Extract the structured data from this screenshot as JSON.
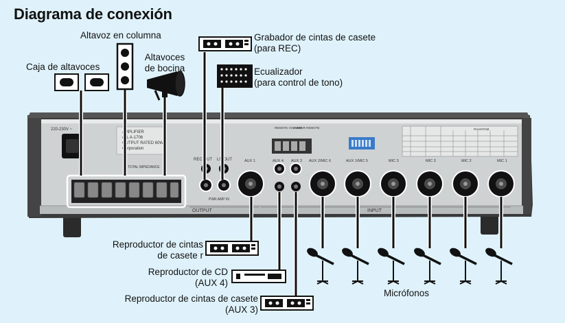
{
  "title": "Diagrama de conexión",
  "labels": {
    "caja": "Caja de altavoces",
    "columna": "Altavoz en columna",
    "bocina_1": "Altavoces",
    "bocina_2": "de bocina",
    "grabador_1": "Grabador de cintas de casete",
    "grabador_2": "(para REC)",
    "ecualizador_1": "Ecualizador",
    "ecualizador_2": "(para control de tono)",
    "repro_r_1": "Reproductor de cintas",
    "repro_r_2": "de casete r",
    "cd_1": "Reproductor de CD",
    "cd_2": "(AUX 4)",
    "aux3_1": "Reproductor de cintas de casete",
    "aux3_2": "(AUX 3)",
    "microfonos": "Micrófonos"
  },
  "panel": {
    "voltage": "220-230V ~",
    "model_1": "AMPLIFIER",
    "model_2": "ceL A-1706",
    "model_3": "OUTPUT RATED 60W",
    "model_4": "Corporation",
    "rec_out": "REC OUT",
    "ln_out": "LN OUT",
    "pwr_amp_in": "PWR AMP IN",
    "output": "OUTPUT",
    "input": "INPUT",
    "total_impedance": "TOTAL IMPEDANCE",
    "aux1": "AUX 1",
    "aux4": "AUX 4",
    "aux3": "AUX 3",
    "aux2mic6": "AUX 2/MIC 6",
    "aux1mic5": "AUX 1/MIC 5",
    "mic3": "MIC 3",
    "mic2": "MIC 2",
    "mic1": "MIC 1",
    "remote_volume": "REMOTE VOLUME",
    "power_remote": "POWER REMOTE",
    "phantom": "PHANTOM"
  }
}
